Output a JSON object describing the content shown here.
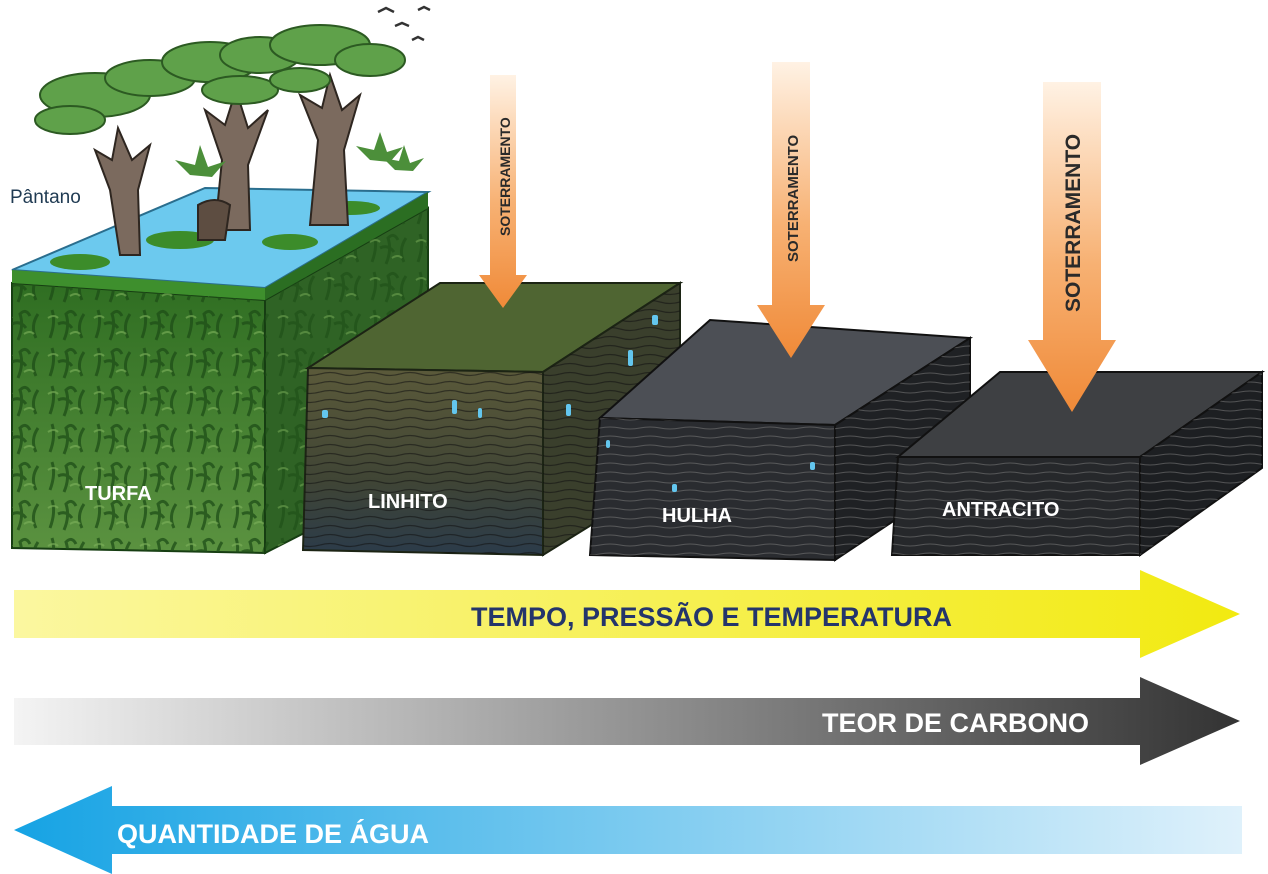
{
  "swamp_label": "Pântano",
  "burial_label": "SOTERRAMENTO",
  "stages": [
    {
      "name": "TURFA"
    },
    {
      "name": "LINHITO"
    },
    {
      "name": "HULHA"
    },
    {
      "name": "ANTRACITO"
    }
  ],
  "arrows": {
    "time": {
      "label": "TEMPO, PRESSÃO E TEMPERATURA",
      "direction": "right",
      "color": "#f2ec1e"
    },
    "carbon": {
      "label": "TEOR DE CARBONO",
      "direction": "right",
      "color": "#3e3e3e"
    },
    "water": {
      "label": "QUANTIDADE DE ÁGUA",
      "direction": "left",
      "color": "#1aa6e6"
    }
  },
  "colors": {
    "peat": "#3f7d2c",
    "lignite": "#4f5a33",
    "hulha": "#2c2f35",
    "anthracite": "#27292c",
    "water": "#64c6ec",
    "burial_arrow": "#f39a4b"
  }
}
